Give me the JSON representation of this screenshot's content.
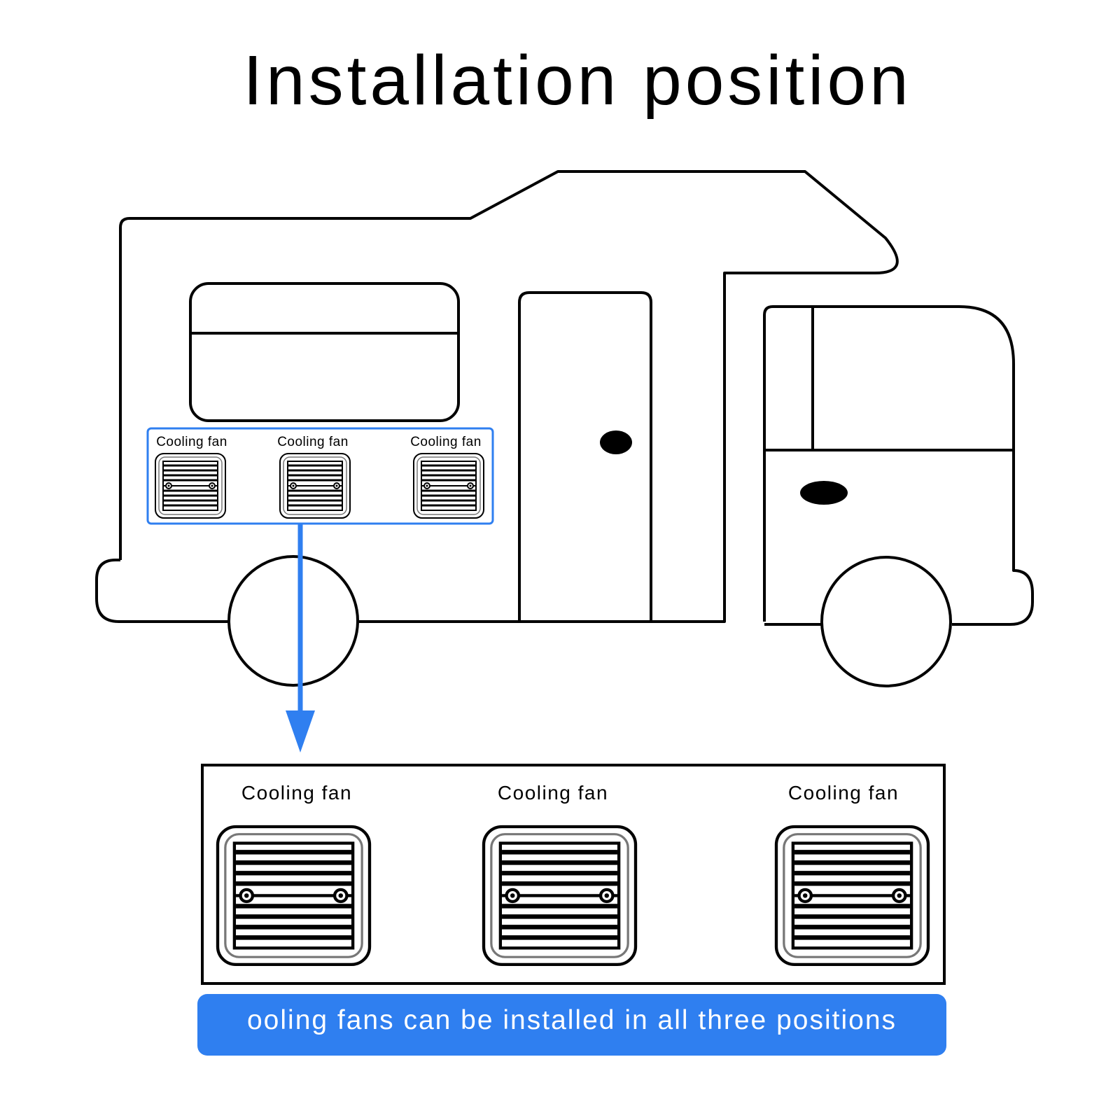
{
  "title": "Installation position",
  "fan_positions": [
    {
      "label": "Cooling fan"
    },
    {
      "label": "Cooling fan"
    },
    {
      "label": "Cooling fan"
    }
  ],
  "detail_fans": [
    {
      "label": "Cooling fan"
    },
    {
      "label": "Cooling fan"
    },
    {
      "label": "Cooling fan"
    }
  ],
  "banner_text": "ooling fans can be installed in all three positions",
  "colors": {
    "accent": "#2f7ff0",
    "outline": "#000000",
    "background": "#ffffff"
  },
  "icons": [
    "motorhome-outline",
    "cooling-fan-vent-icon",
    "down-arrow"
  ]
}
